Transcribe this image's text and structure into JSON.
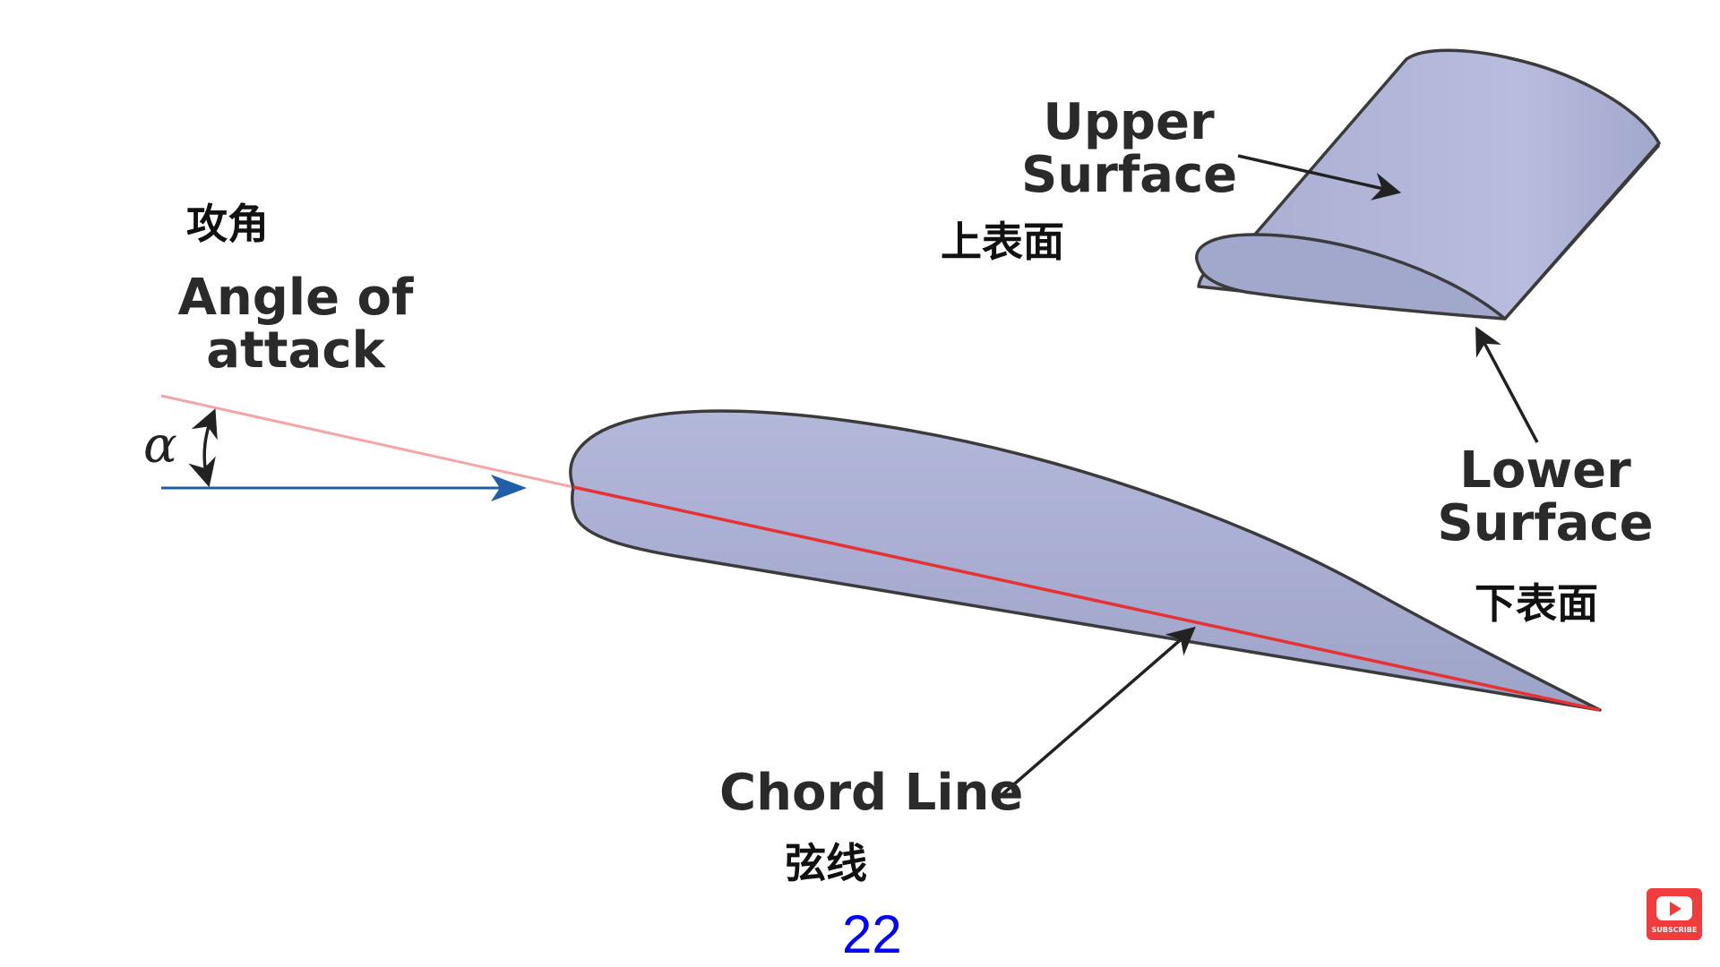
{
  "labels": {
    "angle_zh": "攻角",
    "angle_en_line1": "Angle of",
    "angle_en_line2": "attack",
    "alpha": "α",
    "upper_en_line1": "Upper",
    "upper_en_line2": "Surface",
    "upper_zh": "上表面",
    "lower_en_line1": "Lower",
    "lower_en_line2": "Surface",
    "lower_zh": "下表面",
    "chord_en": "Chord Line",
    "chord_zh": "弦线"
  },
  "page_number": "22",
  "subscribe_badge": {
    "text": "SUBSCRIBE",
    "icon": "youtube-play-icon"
  },
  "colors": {
    "airfoil_fill": "#a9aed1",
    "outline": "#3b3b3b",
    "chord_line": "#e63232",
    "relative_wind_line": "#f5a5a5",
    "flow_arrow": "#1f5fa8",
    "page_number": "#0000ff",
    "subscribe": "#f03c3c"
  }
}
